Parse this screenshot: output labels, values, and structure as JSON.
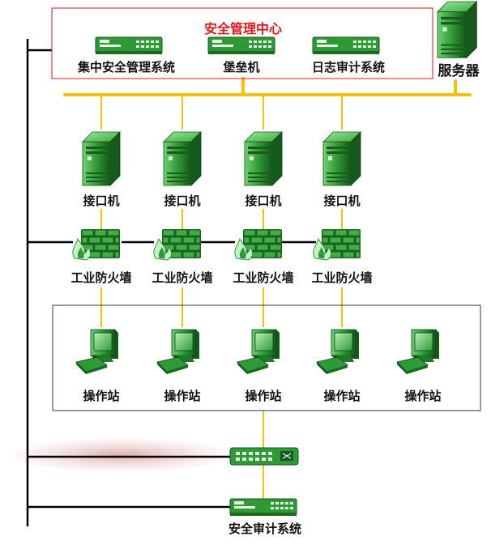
{
  "center": {
    "title": "安全管理中心"
  },
  "labels": {
    "central_security": "集中安全管理系统",
    "bastion": "堡垒机",
    "log_audit": "日志审计系统",
    "server": "服务器",
    "interface": "接口机",
    "firewall": "工业防火墙",
    "workstation": "操作站",
    "security_audit": "安全审计系统"
  },
  "colors": {
    "bus": "#f5c10a",
    "device_green": "#2e9a3a",
    "device_dark": "#1d6b23",
    "trunk": "#000000",
    "center_border": "#e0161b"
  },
  "icons": [
    "server-tower-icon",
    "firewall-brick-icon",
    "workstation-monitor-icon",
    "network-switch-icon",
    "security-appliance-icon"
  ]
}
